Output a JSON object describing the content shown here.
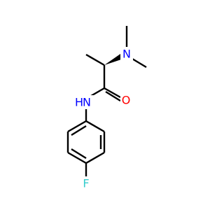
{
  "molecule": {
    "atoms": {
      "n_dimethyl": {
        "symbol": "N",
        "color": "#0000ff"
      },
      "n_amide": {
        "symbol": "N",
        "color": "#0000ff"
      },
      "h_amide": {
        "symbol": "H",
        "color": "#0000ff"
      },
      "o_carbonyl": {
        "symbol": "O",
        "color": "#ff0000"
      },
      "f_aryl": {
        "symbol": "F",
        "color": "#33cccc"
      }
    }
  }
}
